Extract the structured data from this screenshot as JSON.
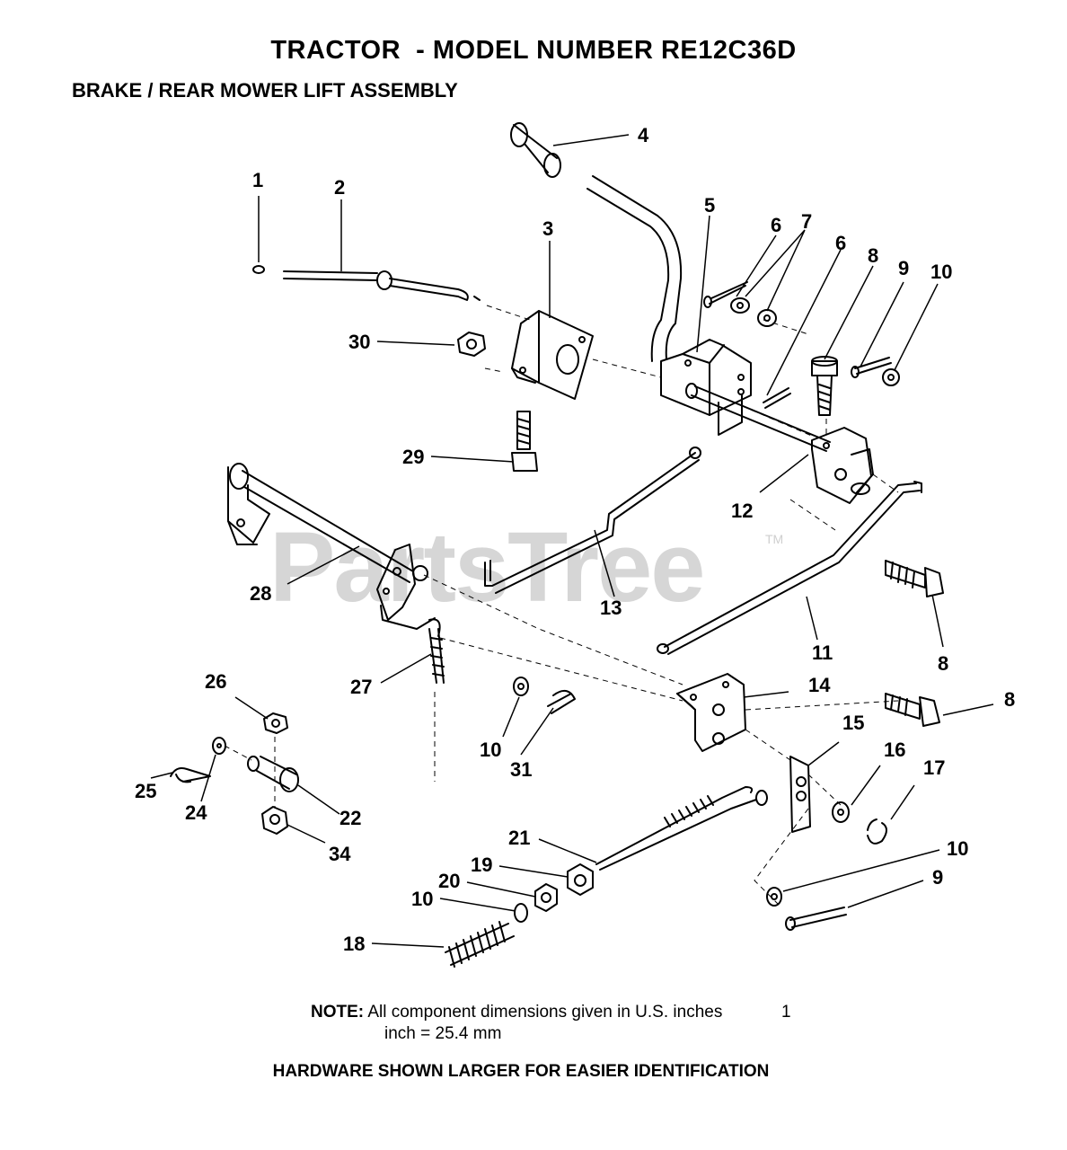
{
  "title": "TRACTOR  - MODEL NUMBER RE12C36D",
  "subtitle": "BRAKE / REAR MOWER LIFT ASSEMBLY",
  "watermark": "PartsTree",
  "trademark": "TM",
  "note": {
    "label": "NOTE:",
    "text": "All component dimensions given in U.S. inches",
    "page_number": "1",
    "line2": "inch = 25.4 mm"
  },
  "footer": "HARDWARE SHOWN LARGER FOR EASIER IDENTIFICATION",
  "callouts": [
    {
      "label": "1"
    },
    {
      "label": "2"
    },
    {
      "label": "3"
    },
    {
      "label": "4"
    },
    {
      "label": "5"
    },
    {
      "label": "6"
    },
    {
      "label": "7"
    },
    {
      "label": "6"
    },
    {
      "label": "8"
    },
    {
      "label": "9"
    },
    {
      "label": "10"
    },
    {
      "label": "30"
    },
    {
      "label": "29"
    },
    {
      "label": "12"
    },
    {
      "label": "28"
    },
    {
      "label": "13"
    },
    {
      "label": "11"
    },
    {
      "label": "8"
    },
    {
      "label": "26"
    },
    {
      "label": "27"
    },
    {
      "label": "14"
    },
    {
      "label": "8"
    },
    {
      "label": "15"
    },
    {
      "label": "16"
    },
    {
      "label": "17"
    },
    {
      "label": "10"
    },
    {
      "label": "31"
    },
    {
      "label": "25"
    },
    {
      "label": "24"
    },
    {
      "label": "22"
    },
    {
      "label": "34"
    },
    {
      "label": "21"
    },
    {
      "label": "10"
    },
    {
      "label": "19"
    },
    {
      "label": "20"
    },
    {
      "label": "9"
    },
    {
      "label": "10"
    },
    {
      "label": "18"
    }
  ]
}
